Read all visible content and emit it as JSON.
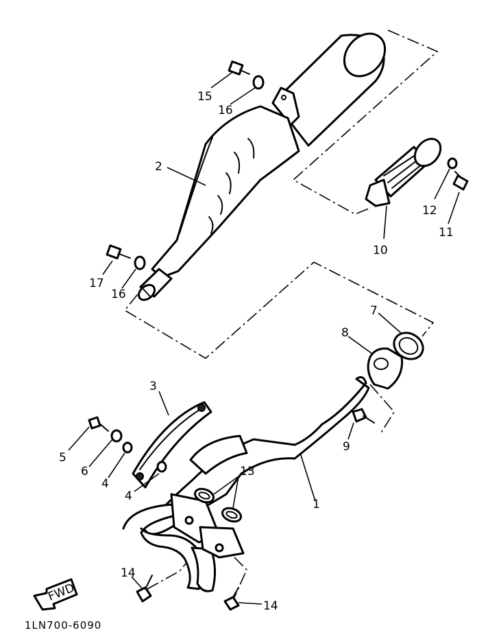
{
  "diagram": {
    "drawing_code": "1LN700-6090",
    "fwd_label": "FWD",
    "callouts": [
      {
        "id": "c1",
        "label": "1"
      },
      {
        "id": "c2",
        "label": "2"
      },
      {
        "id": "c3",
        "label": "3"
      },
      {
        "id": "c4a",
        "label": "4"
      },
      {
        "id": "c4b",
        "label": "4"
      },
      {
        "id": "c5",
        "label": "5"
      },
      {
        "id": "c6",
        "label": "6"
      },
      {
        "id": "c7",
        "label": "7"
      },
      {
        "id": "c8",
        "label": "8"
      },
      {
        "id": "c9",
        "label": "9"
      },
      {
        "id": "c10",
        "label": "10"
      },
      {
        "id": "c11",
        "label": "11"
      },
      {
        "id": "c12",
        "label": "12"
      },
      {
        "id": "c13",
        "label": "13"
      },
      {
        "id": "c14a",
        "label": "14"
      },
      {
        "id": "c14b",
        "label": "14"
      },
      {
        "id": "c15",
        "label": "15"
      },
      {
        "id": "c16a",
        "label": "16"
      },
      {
        "id": "c16b",
        "label": "16"
      },
      {
        "id": "c17",
        "label": "17"
      }
    ]
  }
}
